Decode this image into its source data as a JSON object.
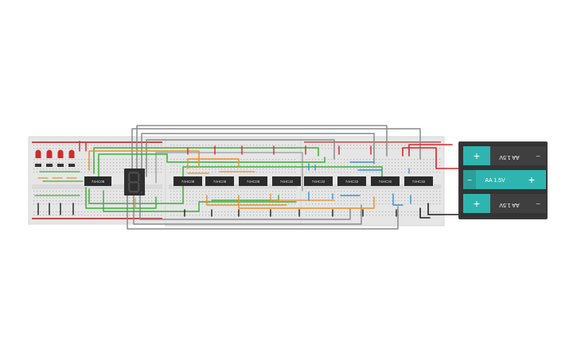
{
  "chips": [
    {
      "label": "74HC08"
    },
    {
      "label": "74HC08"
    },
    {
      "label": "74HC08"
    },
    {
      "label": "74HC08"
    },
    {
      "label": "74HC32"
    },
    {
      "label": "74HC32"
    },
    {
      "label": "74HC32"
    },
    {
      "label": "74HC32"
    }
  ],
  "battery": {
    "cells": [
      {
        "label": "AA 1.5V",
        "plus": "+",
        "minus": "−",
        "flipped": true
      },
      {
        "label": "AA 1.5V",
        "plus": "+",
        "minus": "−",
        "flipped": false
      },
      {
        "label": "AA 1.5V",
        "plus": "+",
        "minus": "−",
        "flipped": true
      }
    ]
  },
  "colors": {
    "background": "#ffffff",
    "breadboard": "#e6e6e6",
    "chip": "#2b2b2b",
    "chip_text": "#dddddd",
    "battery_body": "#3a3a3a",
    "battery_accent": "#2fb5b0",
    "wire_green": "#3cae3a",
    "wire_gray": "#8a8a8a",
    "wire_orange": "#e8912d",
    "wire_red": "#d8262a",
    "wire_blue": "#3a8fd6",
    "wire_black": "#1e1e1e",
    "led_red": "#d12a2a",
    "seven_segment": "#2f2f2f"
  },
  "icons": [
    "led-icon",
    "seven-segment-display-icon",
    "breadboard-icon",
    "battery-pack-icon"
  ]
}
